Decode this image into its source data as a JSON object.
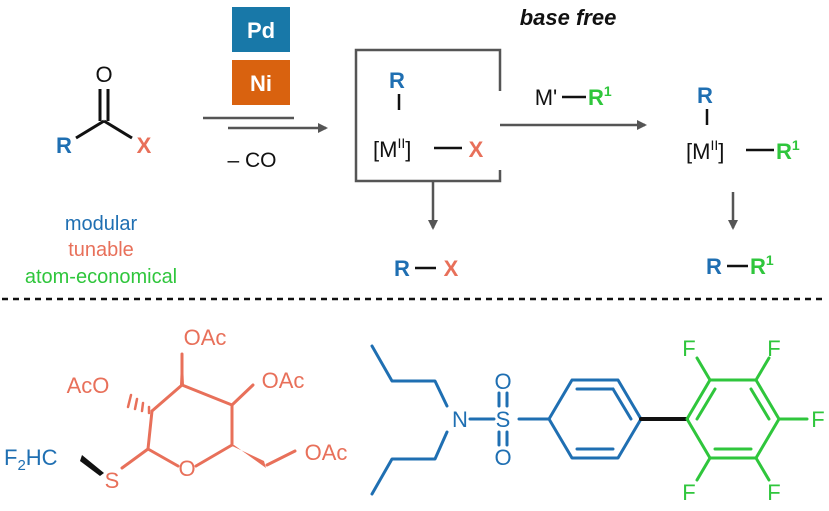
{
  "colors": {
    "blue": "#1f6fb2",
    "salmon": "#e8705a",
    "green": "#2fc63c",
    "gray": "#555555",
    "black": "#111111",
    "pd_box": "#1878a8",
    "ni_box": "#d9620f"
  },
  "scheme": {
    "title": "base free",
    "catalysts": {
      "pd": "Pd",
      "ni": "Ni"
    },
    "substrate": {
      "o": "O",
      "r": "R",
      "x": "X"
    },
    "minus_co": "– CO",
    "intermediate": {
      "r": "R",
      "metal": "[M",
      "ox": "II",
      "close": "]",
      "x": "X"
    },
    "reagent": {
      "m": "M'",
      "r1": "R",
      "r1_sup": "1"
    },
    "product_intermediate": {
      "r": "R",
      "metal": "[M",
      "ox": "II",
      "close": "]",
      "r1": "R",
      "r1_sup": "1"
    },
    "product_rx": {
      "r": "R",
      "x": "X"
    },
    "product_rr1": {
      "r": "R",
      "r1": "R",
      "r1_sup": "1"
    },
    "features": {
      "modular": "modular",
      "tunable": "tunable",
      "atom": "atom-economical"
    }
  },
  "examples": {
    "sugar": {
      "oac_top": "OAc",
      "oac_left": "AcO",
      "oac_right": "OAc",
      "oac_ch2": "OAc",
      "ring_o": "O",
      "s": "S",
      "f2hc": "F",
      "f2hc_sub": "2",
      "f2hc_hc": "HC"
    },
    "sulfonamide": {
      "n": "N",
      "s": "S",
      "o_top": "O",
      "o_bottom": "O",
      "f_labels": [
        "F",
        "F",
        "F",
        "F",
        "F"
      ]
    }
  }
}
